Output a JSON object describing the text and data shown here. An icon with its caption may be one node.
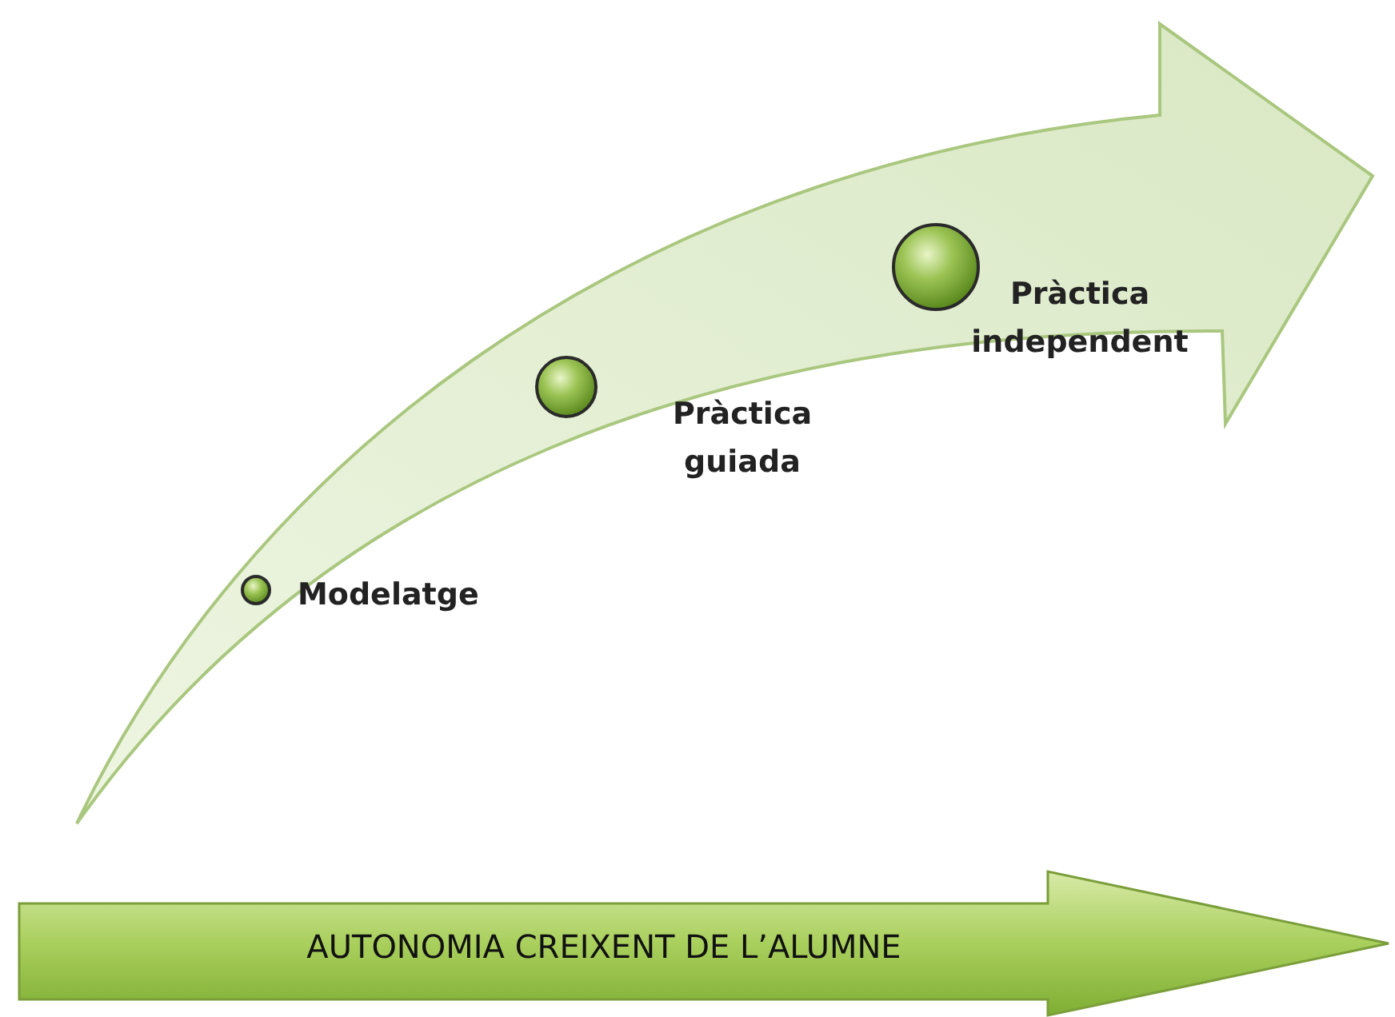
{
  "diagram": {
    "nodes": [
      {
        "text": [],
        "shape": "arrow"
      },
      {
        "text": [],
        "shape": "circle",
        "in": 0,
        "beside": [
          "Modelatge"
        ]
      },
      {
        "text": [],
        "shape": "circle",
        "in": 0,
        "beside": [
          "Pràctica guiada"
        ]
      },
      {
        "text": [],
        "shape": "circle",
        "in": 0,
        "beside": [
          "Pràctica independent"
        ]
      },
      {
        "text": [
          "AUTONOMIA CREIXENT DE L’ALUMNE"
        ]
      }
    ],
    "edges": []
  }
}
